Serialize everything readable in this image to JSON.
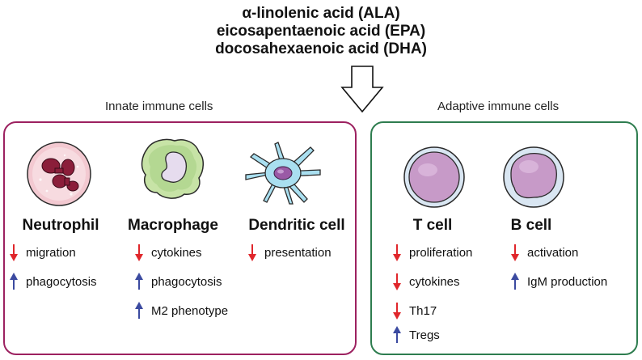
{
  "header": {
    "compounds": [
      "α-linolenic acid (ALA)",
      "eicosapentaenoic acid (EPA)",
      "docosahexaenoic acid (DHA)"
    ]
  },
  "innate": {
    "label": "Innate immune cells",
    "border_color": "#9c2160",
    "cells": [
      {
        "name": "Neutrophil",
        "effects": [
          {
            "direction": "down",
            "text": "migration"
          },
          {
            "direction": "up",
            "text": "phagocytosis"
          }
        ]
      },
      {
        "name": "Macrophage",
        "effects": [
          {
            "direction": "down",
            "text": "cytokines"
          },
          {
            "direction": "up",
            "text": "phagocytosis"
          },
          {
            "direction": "up",
            "text": "M2 phenotype"
          }
        ]
      },
      {
        "name": "Dendritic cell",
        "effects": [
          {
            "direction": "down",
            "text": "presentation"
          }
        ]
      }
    ]
  },
  "adaptive": {
    "label": "Adaptive immune cells",
    "border_color": "#2e7d4f",
    "cells": [
      {
        "name": "T cell",
        "effects": [
          {
            "direction": "down",
            "text": "proliferation"
          },
          {
            "direction": "down",
            "text": "cytokines"
          },
          {
            "direction": "down",
            "text": "Th17"
          },
          {
            "direction": "up",
            "text": "Tregs"
          }
        ]
      },
      {
        "name": "B cell",
        "effects": [
          {
            "direction": "down",
            "text": "activation"
          },
          {
            "direction": "up",
            "text": "IgM production"
          }
        ]
      }
    ]
  },
  "colors": {
    "down_arrow": "#e0262b",
    "up_arrow": "#3b4aa0"
  }
}
